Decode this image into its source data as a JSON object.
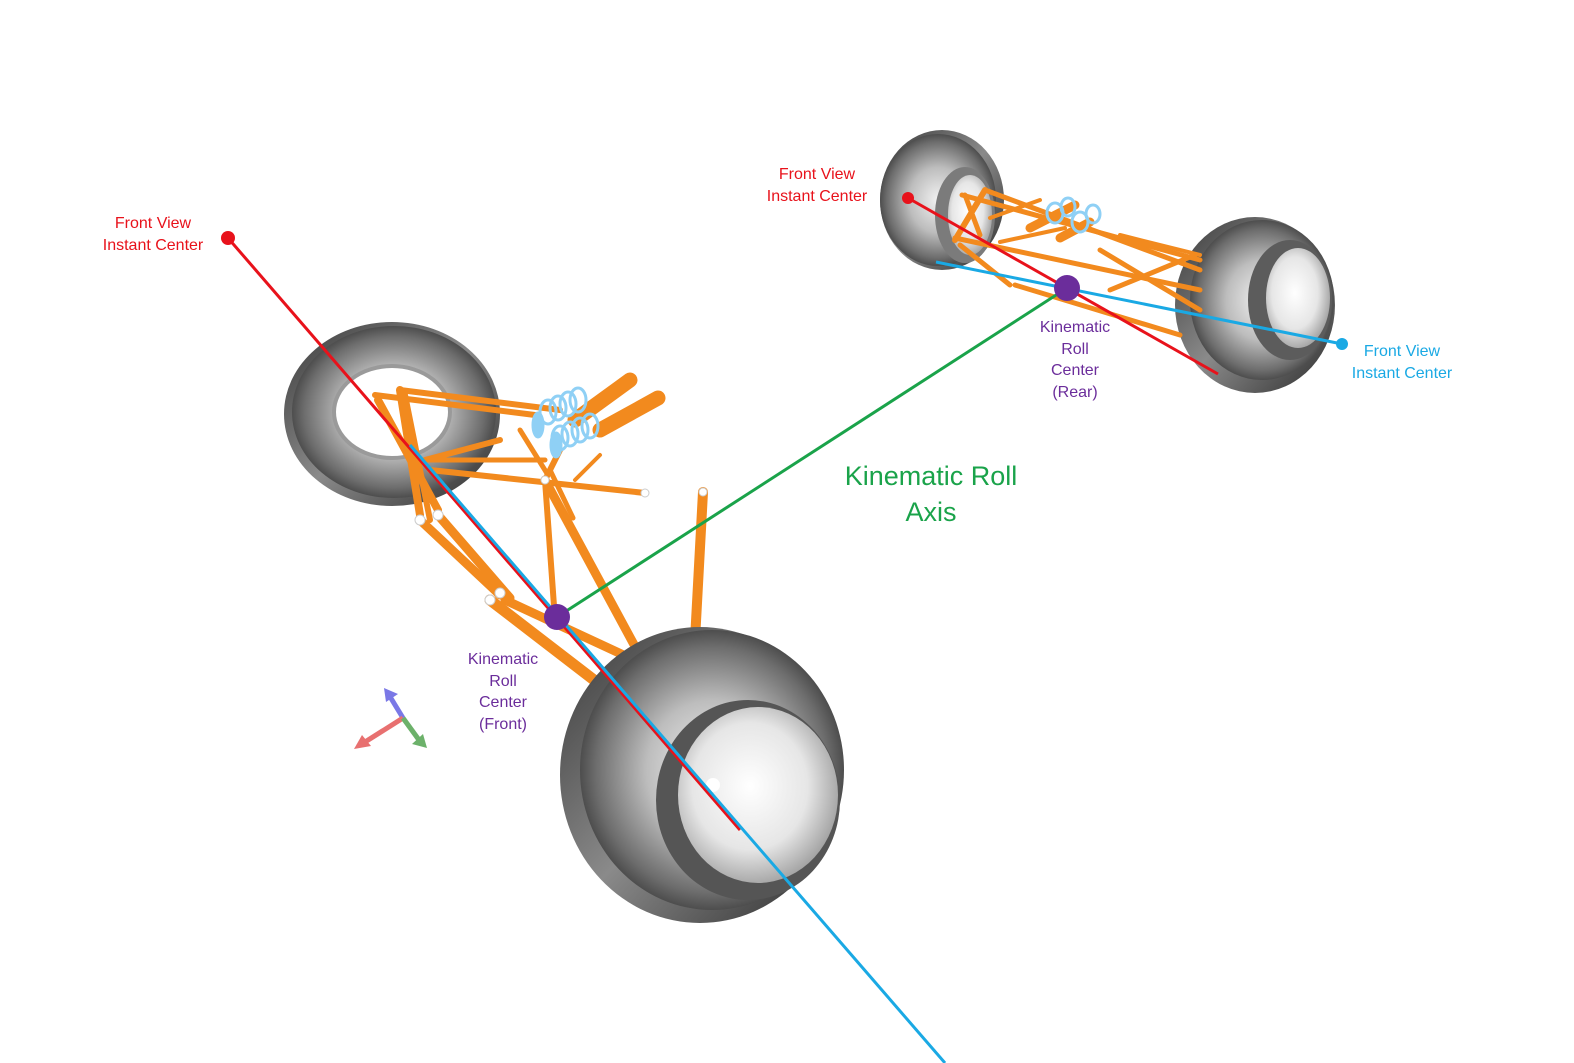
{
  "labels": {
    "front_ic_left": "Front View\nInstant Center",
    "front_ic_rear_red": "Front View\nInstant Center",
    "front_ic_rear_blue": "Front View\nInstant Center",
    "roll_center_front": "Kinematic\nRoll\nCenter\n(Front)",
    "roll_center_rear": "Kinematic\nRoll\nCenter\n(Rear)",
    "roll_axis": "Kinematic Roll\nAxis"
  },
  "colors": {
    "instant_center_red": "#e8121b",
    "instant_center_blue": "#1aa9e4",
    "roll_center": "#6b2d9b",
    "roll_axis": "#1aa34a",
    "suspension_member": "#f28a1e",
    "spring": "#8fd0f5",
    "tire": "#555555",
    "axis_x": "#e87070",
    "axis_y": "#7a78e6",
    "axis_z": "#6cb16a"
  },
  "icons": [
    "axis-triad-icon"
  ]
}
